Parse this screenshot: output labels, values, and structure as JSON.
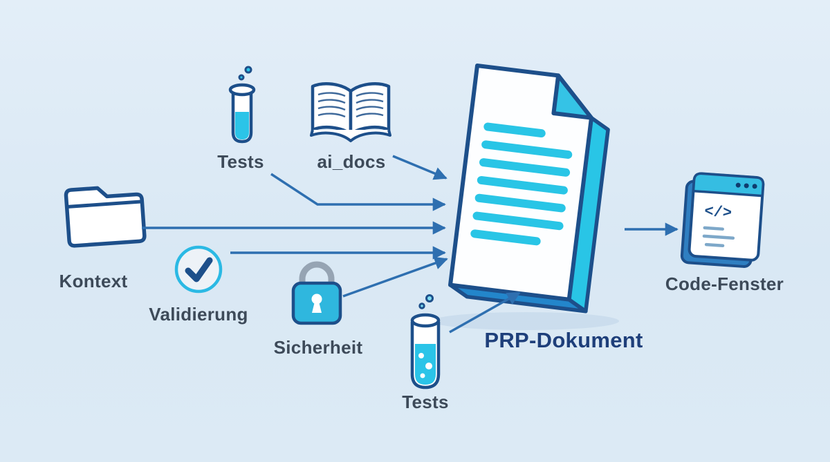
{
  "diagram": {
    "description": "Flow diagram: six inputs feed a PRP document which outputs to a code window",
    "nodes": {
      "kontext": "Kontext",
      "tests_top": "Tests",
      "ai_docs": "ai_docs",
      "validierung": "Validierung",
      "sicherheit": "Sicherheit",
      "tests_bottom": "Tests",
      "prp_dokument": "PRP-Dokument",
      "code_fenster": "Code-Fenster"
    },
    "icons": {
      "kontext": "folder-icon",
      "tests_top": "test-tube-icon",
      "ai_docs": "open-book-icon",
      "validierung": "checkmark-circle-icon",
      "sicherheit": "padlock-icon",
      "tests_bottom": "test-tube-icon",
      "prp_dokument": "document-icon",
      "code_fenster": "code-window-icon",
      "code_glyph": "</>"
    },
    "edges": [
      {
        "from": "ai_docs",
        "to": "prp_dokument"
      },
      {
        "from": "tests_top",
        "to": "prp_dokument"
      },
      {
        "from": "kontext",
        "to": "prp_dokument"
      },
      {
        "from": "validierung",
        "to": "prp_dokument"
      },
      {
        "from": "sicherheit",
        "to": "prp_dokument"
      },
      {
        "from": "tests_bottom",
        "to": "prp_dokument"
      },
      {
        "from": "prp_dokument",
        "to": "code_fenster"
      }
    ],
    "colors": {
      "background": "#dbe8f4",
      "outline": "#1d4f8a",
      "accent_cyan": "#29c5e6",
      "arrow": "#2e6fb0",
      "label_text": "#3d4a59",
      "title_text": "#1e3f7a"
    }
  }
}
